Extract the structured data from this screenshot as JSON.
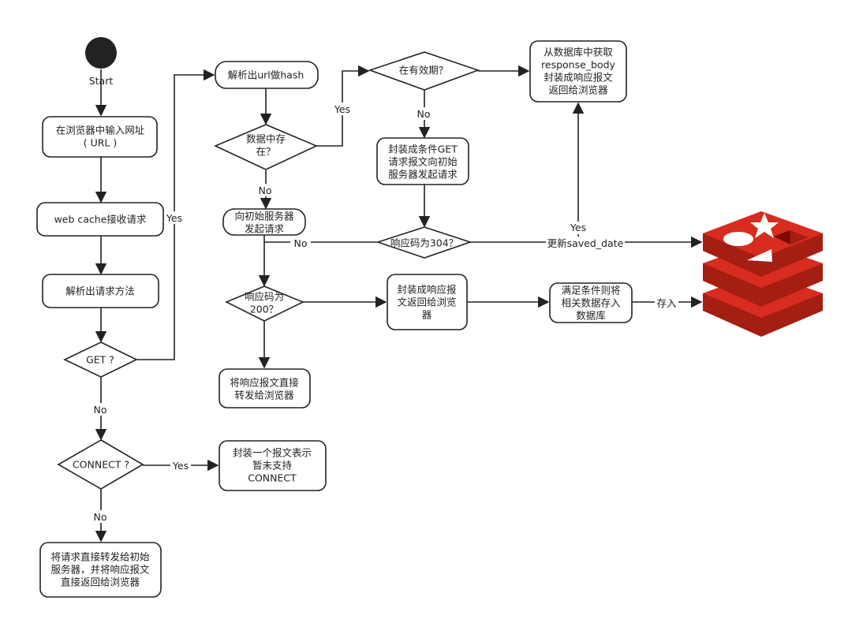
{
  "diagram": {
    "start": {
      "label": "Start"
    },
    "nodes": {
      "enter_url": [
        "在浏览器中输入网址",
        "( URL )"
      ],
      "web_cache_recv": [
        "web cache接收请求"
      ],
      "parse_method": [
        "解析出请求方法"
      ],
      "is_get": [
        "GET ?"
      ],
      "is_connect": [
        "CONNECT ?"
      ],
      "forward_direct": [
        "将请求直接转发给初始",
        "服务器，并将响应报文",
        "直接返回给浏览器"
      ],
      "connect_unsupported": [
        "封装一个报文表示",
        "暂未支持",
        "CONNECT"
      ],
      "parse_url_hash": [
        "解析出url做hash"
      ],
      "in_db": [
        "数据中存",
        "在？"
      ],
      "request_origin": [
        "向初始服务器",
        "发起请求"
      ],
      "resp_200": [
        "响应码为",
        "200？"
      ],
      "forward_resp": [
        "将响应报文直接",
        "转发给浏览器"
      ],
      "wrap_resp": [
        "封装成响应报",
        "文返回给浏览",
        "器"
      ],
      "store_db": [
        "满足条件则将",
        "相关数据存入",
        "数据库"
      ],
      "valid_period": [
        "在有效期？"
      ],
      "cond_get": [
        "封装成条件GET",
        "请求报文向初始",
        "服务器发起请求"
      ],
      "resp_304": [
        "响应码为304？"
      ],
      "from_db": [
        "从数据库中获取",
        "response_body",
        "封装成响应报文",
        "返回给浏览器"
      ]
    },
    "edge_labels": {
      "get_yes": "Yes",
      "get_no": "No",
      "connect_yes": "Yes",
      "connect_no": "No",
      "db_yes": "Yes",
      "db_no": "No",
      "valid_no": "No",
      "r304_no": "No",
      "r304_yes": "Yes",
      "update_saved": "更新saved_date",
      "save_in": "存入"
    },
    "database_icon": "redis-database-icon",
    "colors": {
      "line": "#222222",
      "redis_dark": "#a41e11",
      "redis_mid": "#c6302b",
      "redis_light": "#d82c20"
    }
  }
}
